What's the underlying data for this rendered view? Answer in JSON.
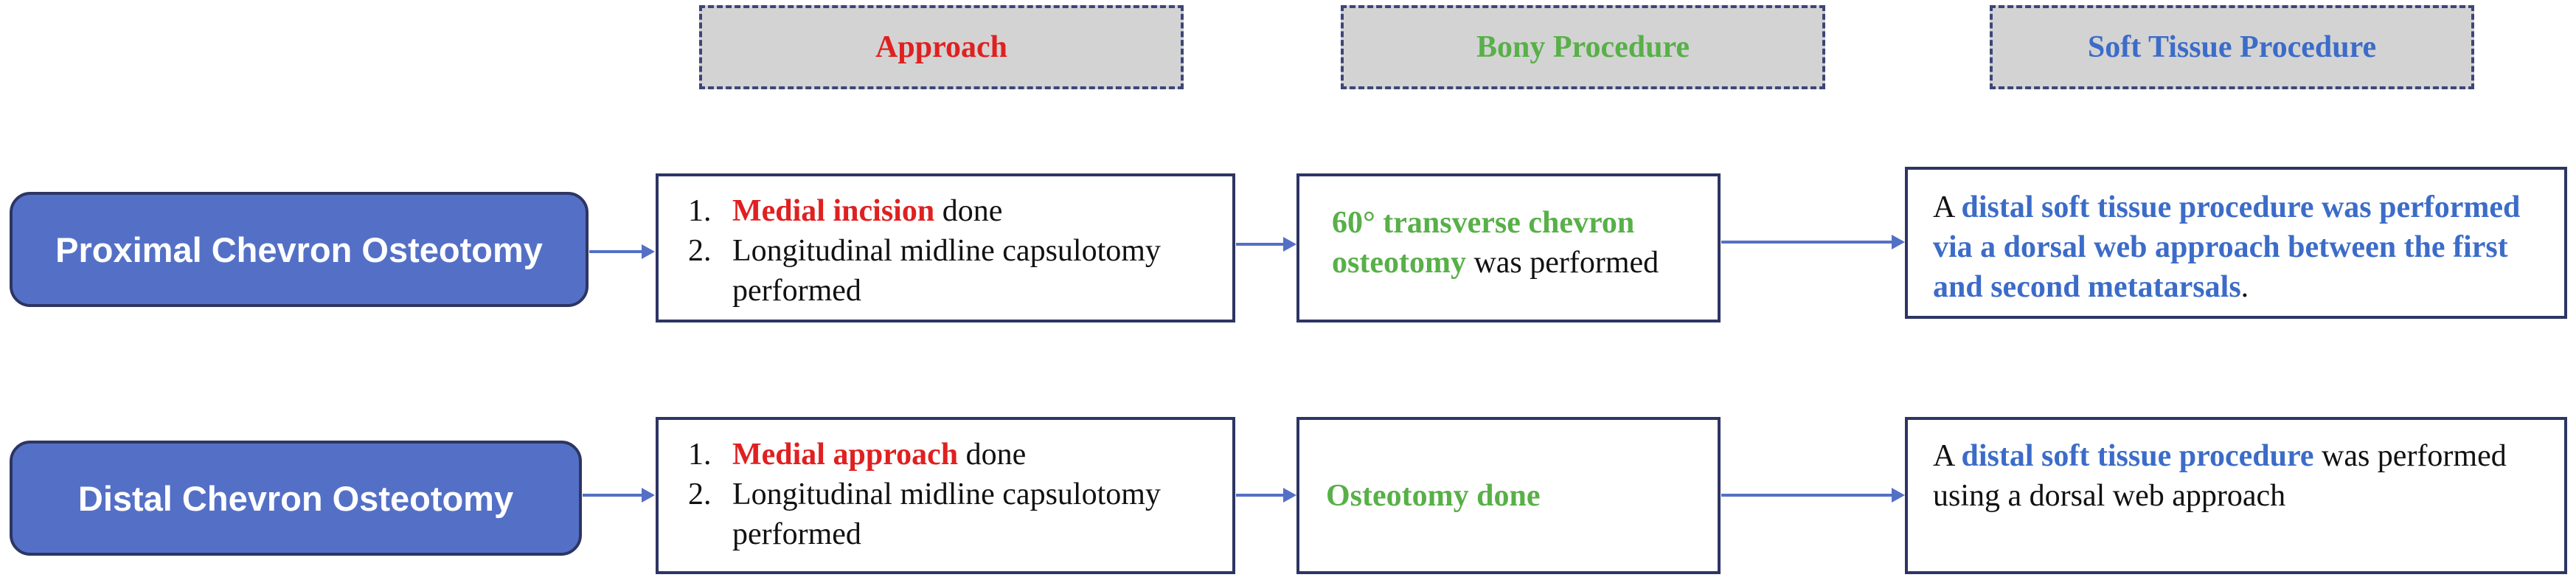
{
  "colors": {
    "approach": "#e02020",
    "bony": "#58b048",
    "soft_tissue": "#3c6cc8",
    "pill_fill": "#5470c6",
    "border": "#2d3563",
    "header_fill": "#d3d3d3",
    "arrow": "#5470c6"
  },
  "headers": {
    "approach": "Approach",
    "bony": "Bony Procedure",
    "soft_tissue": "Soft Tissue Procedure"
  },
  "rows": [
    {
      "label": "Proximal Chevron Osteotomy",
      "approach": {
        "step1": {
          "num": "1.",
          "highlight": "Medial incision",
          "rest": " done"
        },
        "step2": {
          "num": "2.",
          "text": "Longitudinal midline capsulotomy performed"
        }
      },
      "bony": {
        "highlight": "60° transverse chevron osteotomy",
        "rest": " was performed"
      },
      "soft": {
        "pre": "A ",
        "highlight": "distal soft tissue procedure was performed via a dorsal web approach between the first and second metatarsals",
        "post": "."
      }
    },
    {
      "label": "Distal Chevron Osteotomy",
      "approach": {
        "step1": {
          "num": "1.",
          "highlight": "Medial approach",
          "rest": " done"
        },
        "step2": {
          "num": "2.",
          "text": "Longitudinal midline capsulotomy performed"
        }
      },
      "bony": {
        "highlight": "Osteotomy done",
        "rest": ""
      },
      "soft": {
        "pre": "A ",
        "highlight": "distal soft tissue procedure",
        "post": " was performed using a dorsal web approach"
      }
    }
  ]
}
